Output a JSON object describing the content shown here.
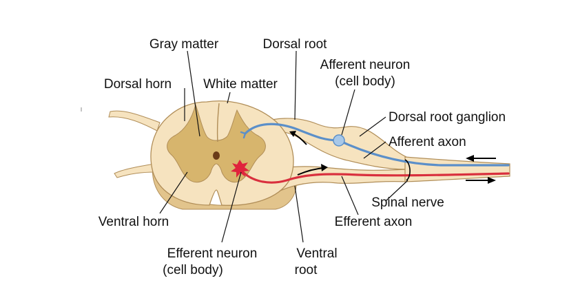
{
  "labels": {
    "gray_matter": "Gray matter",
    "dorsal_root": "Dorsal root",
    "afferent_neuron_line1": "Afferent neuron",
    "afferent_neuron_line2": "(cell body)",
    "dorsal_horn": "Dorsal horn",
    "white_matter": "White matter",
    "dorsal_root_ganglion": "Dorsal root ganglion",
    "afferent_axon": "Afferent axon",
    "spinal_nerve": "Spinal nerve",
    "ventral_horn": "Ventral horn",
    "efferent_axon": "Efferent axon",
    "efferent_neuron_line1": "Efferent neuron",
    "efferent_neuron_line2": "(cell body)",
    "ventral_root_line1": "Ventral",
    "ventral_root_line2": "root"
  },
  "colors": {
    "white_matter": "#f6e3bf",
    "gray_matter": "#d7b56d",
    "tissue_shadow": "#e2c48c",
    "afferent_axon": "#5b8fc9",
    "efferent_axon": "#d9303e",
    "afferent_cell_body": "#a8c8e8",
    "efferent_cell_body": "#e0233c",
    "outline": "#b08d57",
    "text": "#111111",
    "leader_line": "#111111",
    "arrow": "#000000"
  }
}
